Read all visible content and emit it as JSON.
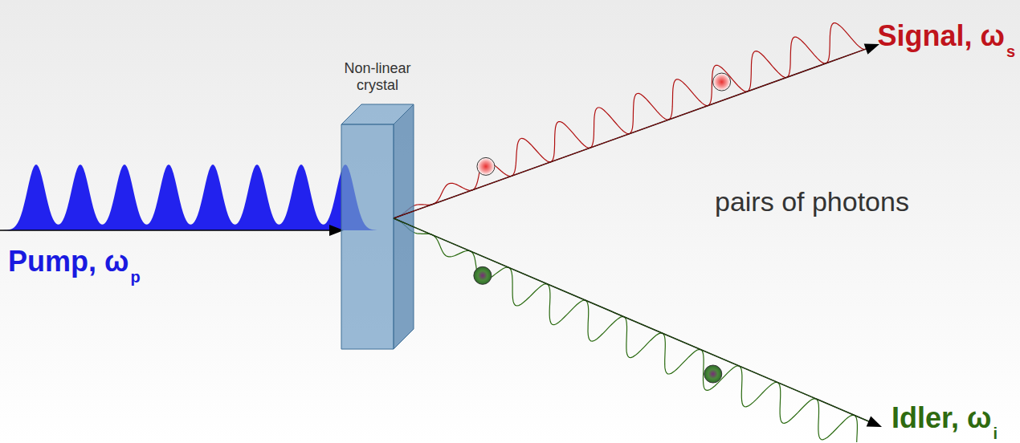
{
  "diagram": {
    "nodes": [
      {
        "text": [
          "Non-linear crystal"
        ]
      }
    ],
    "labels": [
      "Pump, ω",
      "p",
      "Signal, ω",
      "s",
      "pairs of photons",
      "Idler, ω",
      "i"
    ]
  }
}
